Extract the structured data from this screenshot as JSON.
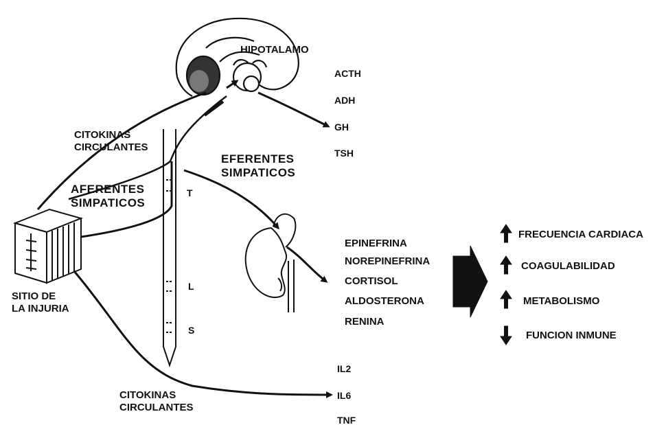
{
  "labels": {
    "hipotalamo": "HIPOTALAMO",
    "citokinas_top": [
      "CITOKINAS",
      "CIRCULANTES"
    ],
    "aferentes": [
      "AFERENTES",
      "SIMPATICOS"
    ],
    "eferentes": [
      "EFERENTES",
      "SIMPATICOS"
    ],
    "sitio": [
      "SITIO DE",
      "LA INJURIA"
    ],
    "citokinas_bottom": [
      "CITOKINAS",
      "CIRCULANTES"
    ],
    "spine_levels": [
      "T",
      "L",
      "S"
    ]
  },
  "pituitary_hormones": [
    "ACTH",
    "ADH",
    "GH",
    "TSH"
  ],
  "adrenal_hormones": [
    "EPINEFRINA",
    "NOREPINEFRINA",
    "CORTISOL",
    "ALDOSTERONA",
    "RENINA"
  ],
  "effects": [
    {
      "direction": "up",
      "label": "FRECUENCIA CARDIACA"
    },
    {
      "direction": "up",
      "label": "COAGULABILIDAD"
    },
    {
      "direction": "up",
      "label": "METABOLISMO"
    },
    {
      "direction": "down",
      "label": "FUNCION INMUNE"
    }
  ],
  "cytokines": [
    "IL2",
    "IL6",
    "TNF"
  ]
}
